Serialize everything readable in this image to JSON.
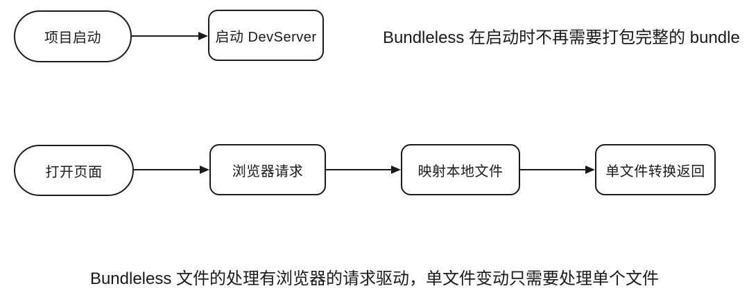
{
  "diagram": {
    "colors": {
      "stroke": "#1a1a1a",
      "text": "#1a1a1a",
      "background": "#ffffff"
    },
    "startup_flow": {
      "nodes": [
        {
          "id": "project-start",
          "label": "项目启动",
          "shape": "stadium"
        },
        {
          "id": "start-devserver",
          "label": "启动 DevServer",
          "shape": "rounded-rect"
        }
      ],
      "annotation": "Bundleless 在启动时不再需要打包完整的 bundle"
    },
    "request_flow": {
      "nodes": [
        {
          "id": "open-page",
          "label": "打开页面",
          "shape": "stadium"
        },
        {
          "id": "browser-request",
          "label": "浏览器请求",
          "shape": "rounded-rect"
        },
        {
          "id": "map-local-file",
          "label": "映射本地文件",
          "shape": "rounded-rect"
        },
        {
          "id": "single-file-transform",
          "label": "单文件转换返回",
          "shape": "rounded-rect"
        }
      ]
    },
    "caption": "Bundleless 文件的处理有浏览器的请求驱动，单文件变动只需要处理单个文件"
  }
}
